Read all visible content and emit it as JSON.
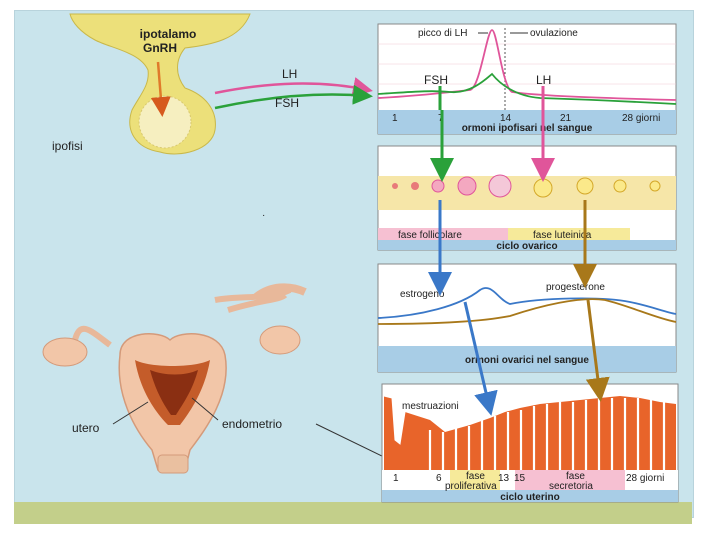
{
  "left": {
    "hypothalamus": "ipotalamo",
    "gnrh": "GnRH",
    "pituitary": "ipofisi",
    "lh": "LH",
    "fsh": "FSH",
    "uterus": "utero",
    "endometrium": "endometrio"
  },
  "panel1": {
    "lh_peak": "picco di LH",
    "ovulation": "ovulazione",
    "fsh_label": "FSH",
    "lh_label": "LH",
    "days": [
      "1",
      "7",
      "14",
      "21",
      "28 giorni"
    ],
    "title": "ormoni ipofisari nel sangue"
  },
  "panel2": {
    "follicular": "fase follicolare",
    "luteal": "fase luteinica",
    "title": "ciclo ovarico"
  },
  "panel3": {
    "estrogen": "estrogeno",
    "progesterone": "progesterone",
    "title": "ormoni ovarici nel sangue"
  },
  "panel4": {
    "menstruation": "mestruazioni",
    "days": [
      "1",
      "6",
      "13",
      "15",
      "28 giorni"
    ],
    "proliferative_word": "fase",
    "proliferative": "proliferativa",
    "secretory_word": "fase",
    "secretory": "secretoria",
    "title": "ciclo uterino"
  },
  "colors": {
    "lh": "#e0559a",
    "fsh": "#2aa13a",
    "estrogen": "#3a78c8",
    "progesterone": "#a8781a",
    "endometrium": "#e8642a"
  }
}
